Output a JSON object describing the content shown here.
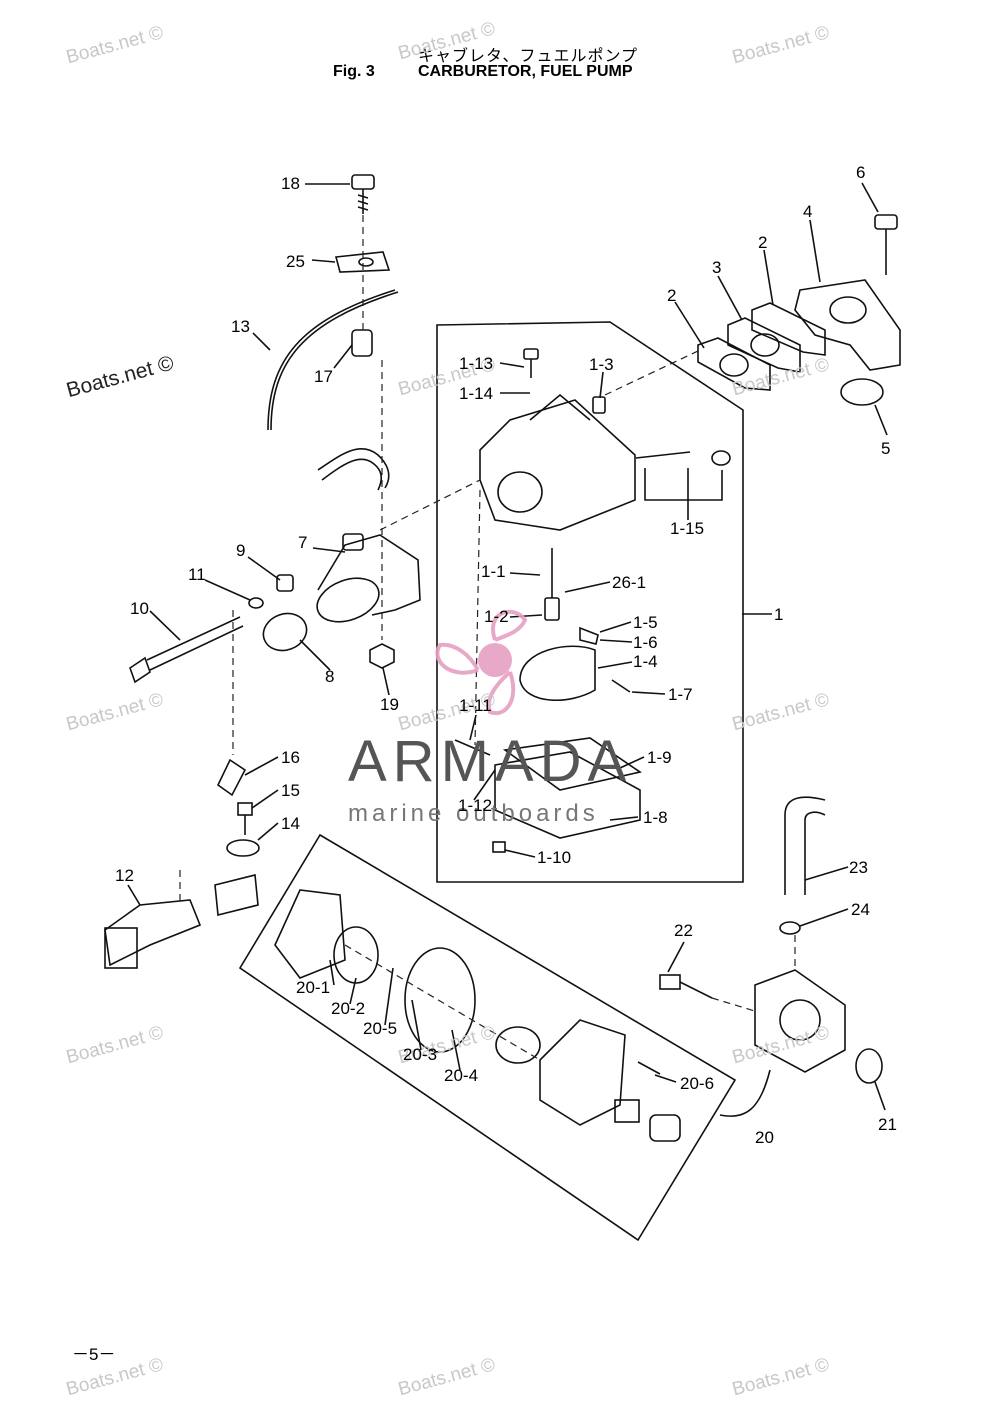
{
  "header": {
    "title_jp": "キャブレタ、フュエルポンプ",
    "fig_label": "Fig. 3",
    "title_en": "CARBURETOR, FUEL PUMP"
  },
  "page_number": "－5－",
  "watermark": {
    "text": "Boats.net ©",
    "brand_name": "ARMADA",
    "brand_tagline": "marine outboards",
    "brand_color": "#e6a0c4"
  },
  "callouts": [
    "18",
    "25",
    "13",
    "17",
    "6",
    "4",
    "2",
    "3",
    "2",
    "5",
    "1-13",
    "1-3",
    "1-14",
    "1-15",
    "7",
    "9",
    "11",
    "10",
    "8",
    "19",
    "1-1",
    "26-1",
    "1-2",
    "1-5",
    "1-6",
    "1-4",
    "1-7",
    "1",
    "1-11",
    "1-9",
    "1-12",
    "1-8",
    "1-10",
    "16",
    "15",
    "14",
    "12",
    "23",
    "24",
    "22",
    "20-1",
    "20-2",
    "20-5",
    "20-3",
    "20-4",
    "20-6",
    "20",
    "21"
  ]
}
